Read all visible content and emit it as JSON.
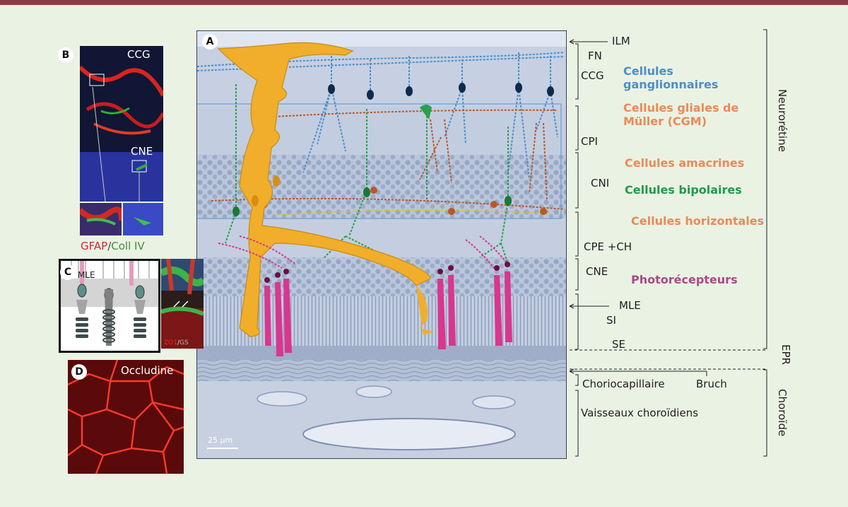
{
  "panels": {
    "A": {
      "badge": "A",
      "scale": "25 µm"
    },
    "B": {
      "badge": "B",
      "top_label": "CCG",
      "mid_label": "CNE",
      "caption_red": "GFAP",
      "caption_sep": "/",
      "caption_green": "Coll IV"
    },
    "C": {
      "badge": "C",
      "layer_label": "MLE",
      "caption_red": "ZO1",
      "caption_sep": "/",
      "caption_green": "GS"
    },
    "D": {
      "badge": "D",
      "label": "Occludine"
    }
  },
  "layers": {
    "ilm": "ILM",
    "fn": "FN",
    "ccg": "CCG",
    "cpi": "CPI",
    "cni": "CNI",
    "cpe_ch": "CPE +CH",
    "cne": "CNE",
    "mle": "MLE",
    "si": "SI",
    "se": "SE",
    "epr": "EPR",
    "choriocapillaire": "Choriocapillaire",
    "bruch": "Bruch",
    "vaisseaux": "Vaisseaux choroïdiens",
    "neuroretine": "Neurorétine",
    "choroide": "Choroïde"
  },
  "cells": {
    "ganglionnaires": "Cellules\nganglionnaires",
    "muller": "Cellules gliales de\nMüller (CGM)",
    "amacrines": "Cellules amacrines",
    "bipolaires": "Cellules bipolaires",
    "horizontales": "Cellules horizontales",
    "photorecepteurs": "Photorécepteurs"
  },
  "colors": {
    "ganglion": "#4a8fc9",
    "muller": "#f0ae2a",
    "amacrine": "#e8804f",
    "bipolar": "#27a14b",
    "horizontal": "#f0ae2a",
    "photoreceptor": "#d8378f",
    "frame_accent": "#8c3a45"
  }
}
